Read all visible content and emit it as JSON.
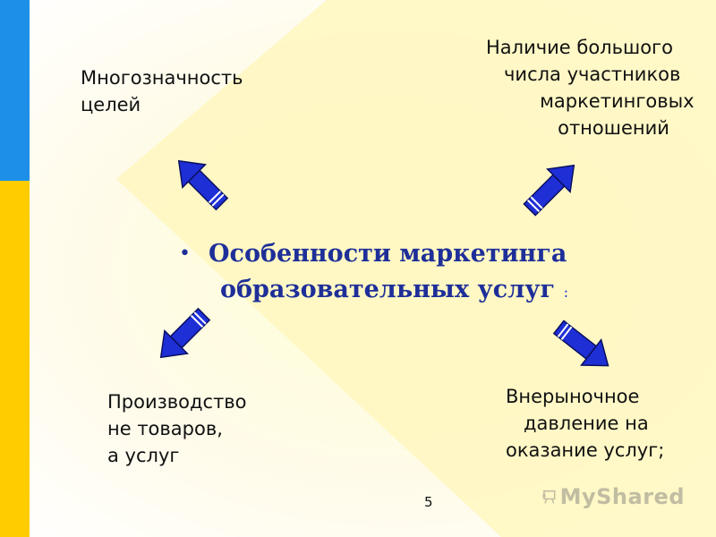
{
  "slide": {
    "title": "Особенности маркетинга",
    "title_line2": "образовательных услуг",
    "title_colon": ":",
    "bullet": "•",
    "page_number": "5"
  },
  "corners": {
    "top_left": "Многозначность\nцелей",
    "top_right": "Наличие большого\n   числа участников\n         маркетинговых\n            отношений",
    "bottom_left": "Производство\nне товаров,\nа услуг",
    "bottom_right": "Внерыночное\n   давление на\nоказание услуг;"
  },
  "watermark": {
    "text": "MyShared"
  },
  "colors": {
    "title": "#1e2f99",
    "arrow_fill": "#1f2fd6",
    "left_bar_top": "#1d8fe8",
    "left_bar_bottom": "#ffcc00",
    "diamond": "#fff9c8"
  }
}
